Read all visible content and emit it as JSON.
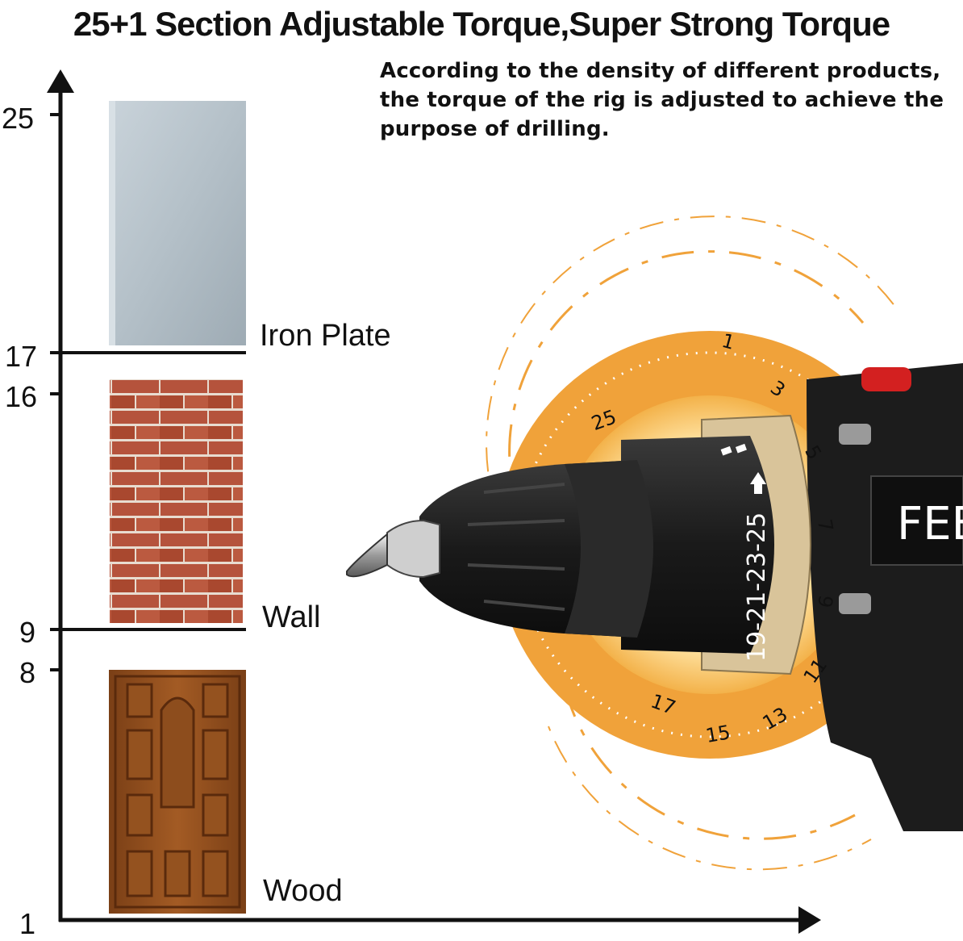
{
  "header": {
    "title": "25+1 Section Adjustable Torque,Super Strong Torque",
    "description_lines": [
      "According to the density of different products,",
      "the torque of the rig is adjusted to achieve the",
      "purpose of drilling."
    ]
  },
  "axis": {
    "ticks": [
      "25",
      "17",
      "16",
      "9",
      "8",
      "1"
    ]
  },
  "materials": [
    {
      "label": "Iron Plate",
      "range": [
        17,
        25
      ]
    },
    {
      "label": "Wall",
      "range": [
        9,
        16
      ]
    },
    {
      "label": "Wood",
      "range": [
        1,
        8
      ]
    }
  ],
  "dial": {
    "numbers": [
      "1",
      "3",
      "5",
      "7",
      "9",
      "11",
      "13",
      "15",
      "17",
      "25"
    ],
    "collar_text": "19-21-23-25",
    "brand_partial": "FEE"
  },
  "colors": {
    "accent_orange": "#F0A23A",
    "drill_black": "#1c1c1c",
    "brick_red": "#b5533c",
    "wood_brown": "#8a4a1c",
    "iron_grey": "#aebac3"
  }
}
